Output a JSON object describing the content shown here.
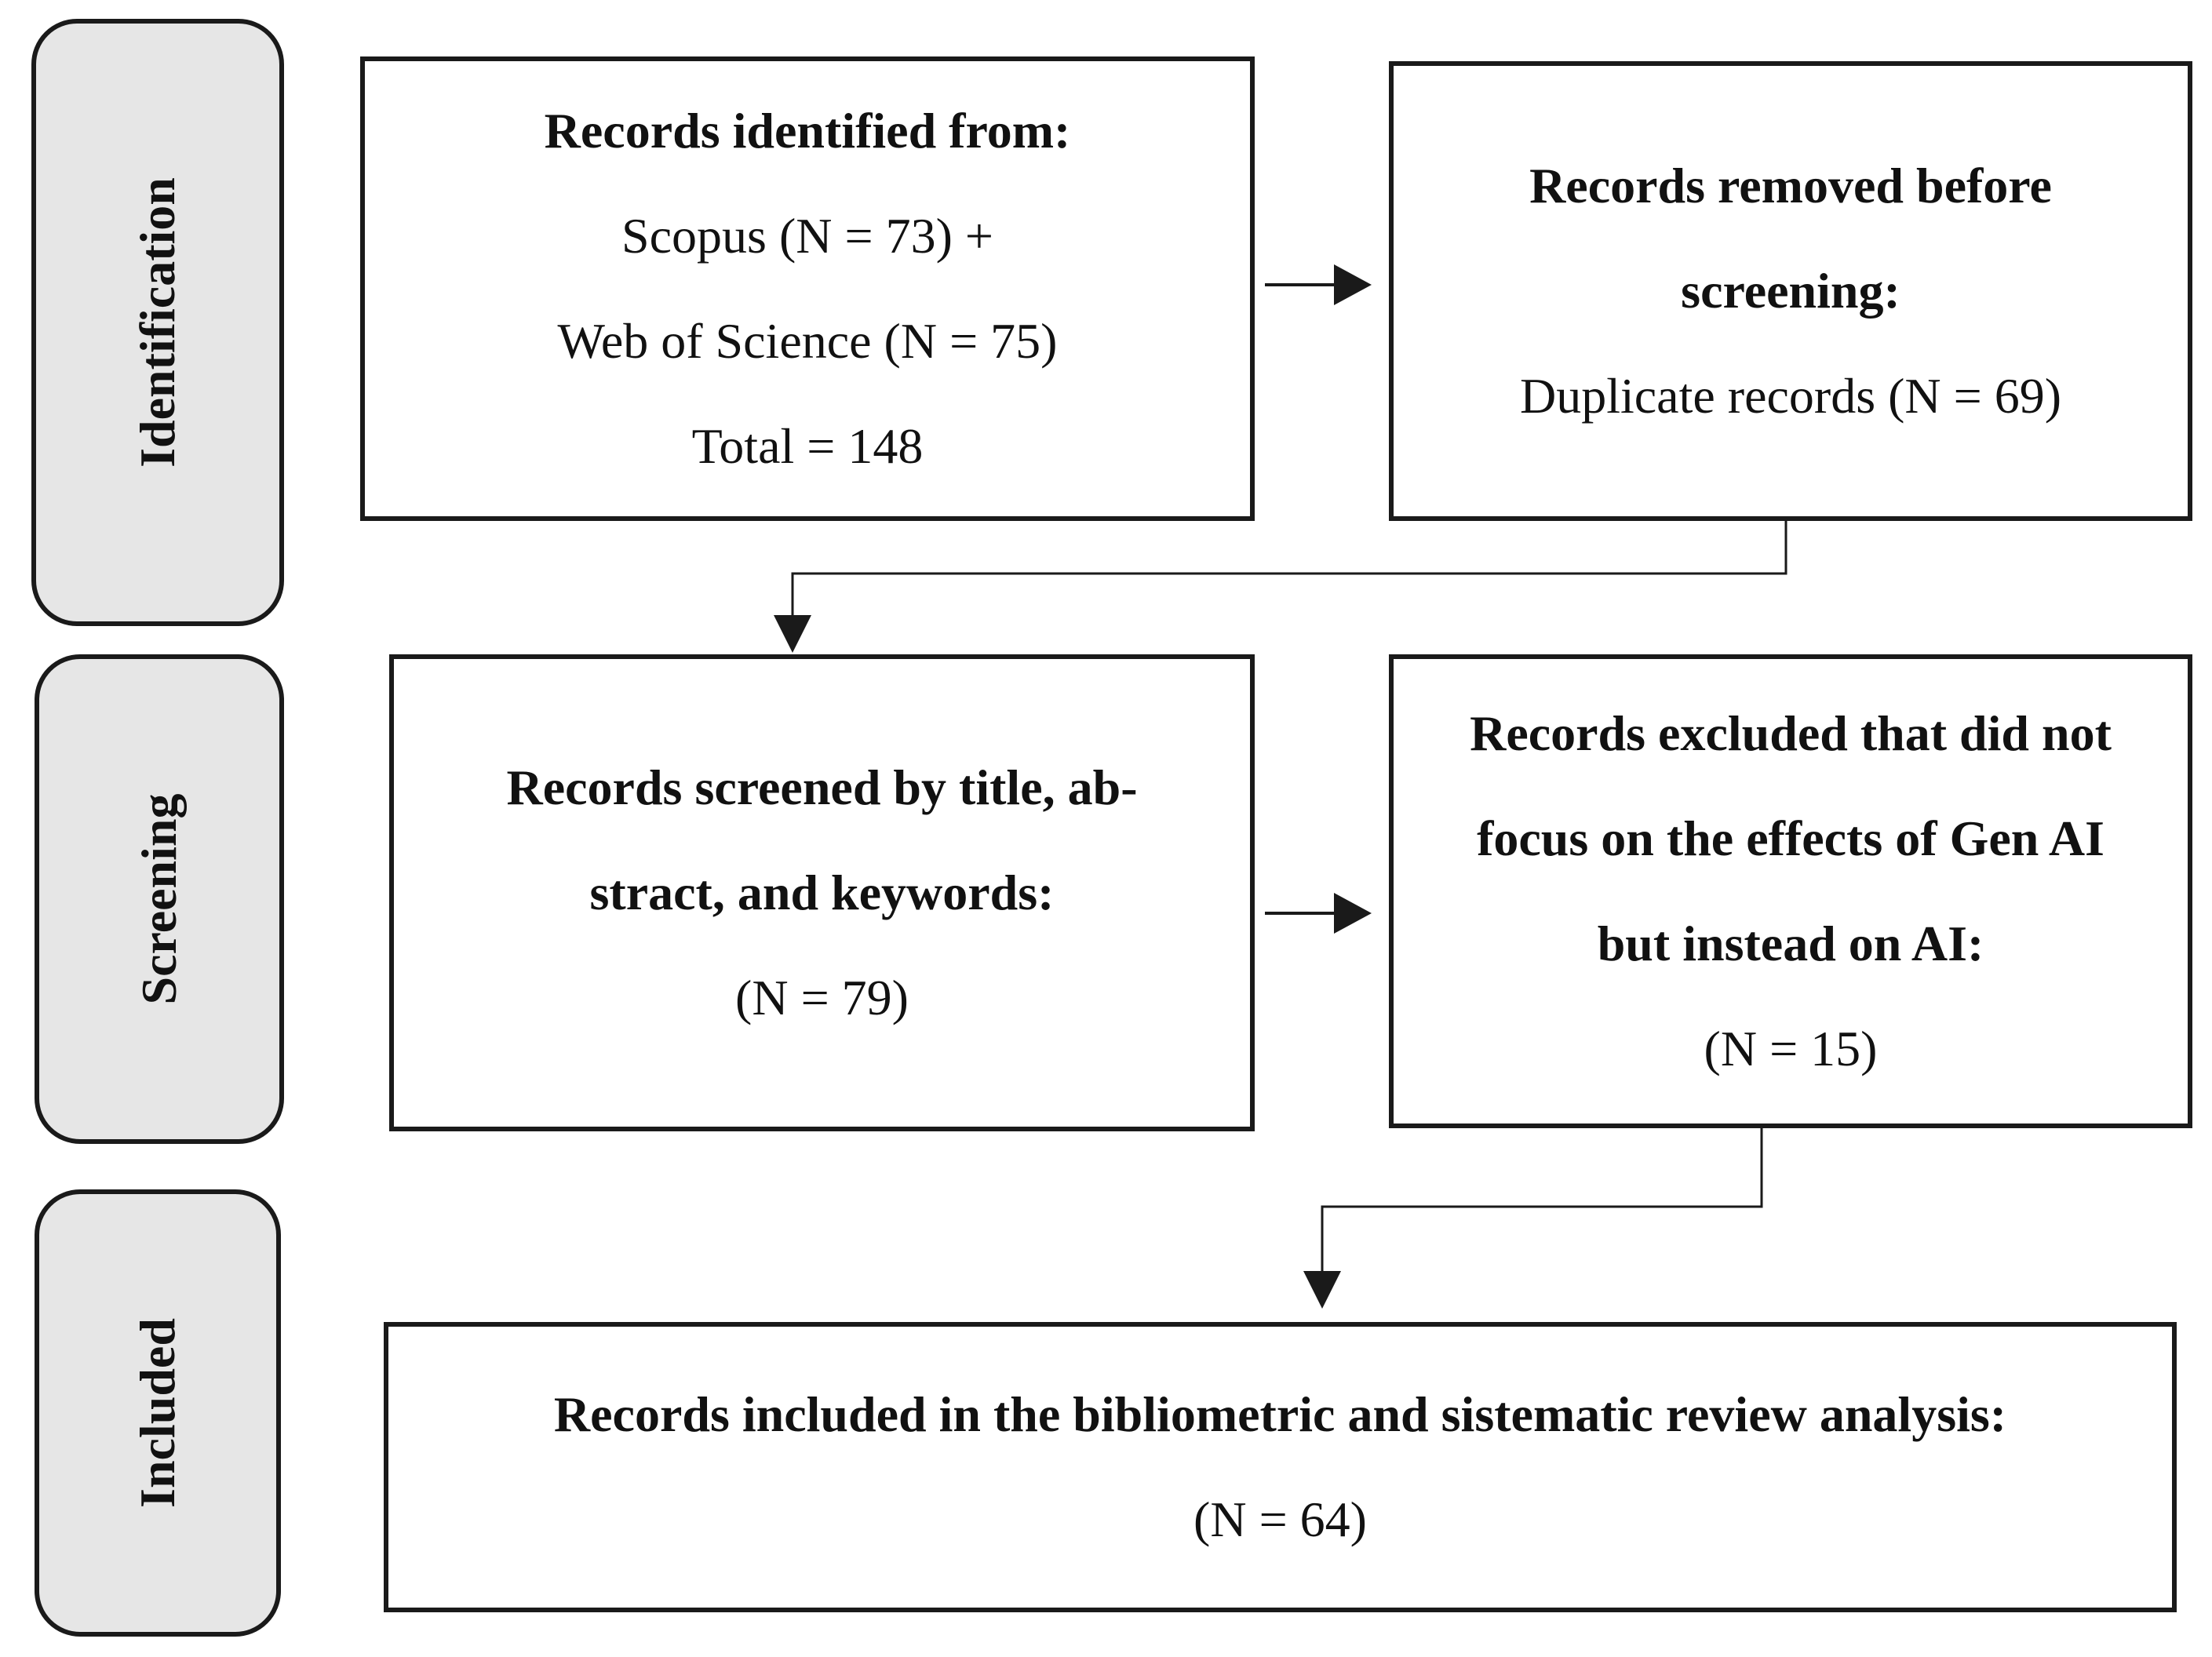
{
  "phases": {
    "identification": "Identification",
    "screening": "Screening",
    "included": "Included"
  },
  "boxes": {
    "identified": {
      "heading": "Records identified from:",
      "lines": [
        "Scopus (N = 73) +",
        "Web of Science (N = 75)",
        "Total = 148"
      ]
    },
    "removed": {
      "heading_lines": [
        "Records removed before",
        "screening:"
      ],
      "lines": [
        "Duplicate records (N = 69)"
      ]
    },
    "screened": {
      "heading_lines": [
        "Records screened by title, ab-",
        "stract, and keywords:"
      ],
      "lines": [
        "(N = 79)"
      ]
    },
    "excluded": {
      "heading_lines": [
        "Records excluded that did not",
        "focus on the effects of Gen AI",
        "but instead on AI:"
      ],
      "lines": [
        "(N = 15)"
      ]
    },
    "included": {
      "heading": "Records included in the bibliometric and sistematic review analysis:",
      "lines": [
        "(N = 64)"
      ]
    }
  },
  "colors": {
    "phase_fill": "#e6e6e6",
    "stroke": "#1a1a1a",
    "box_fill": "#ffffff"
  }
}
